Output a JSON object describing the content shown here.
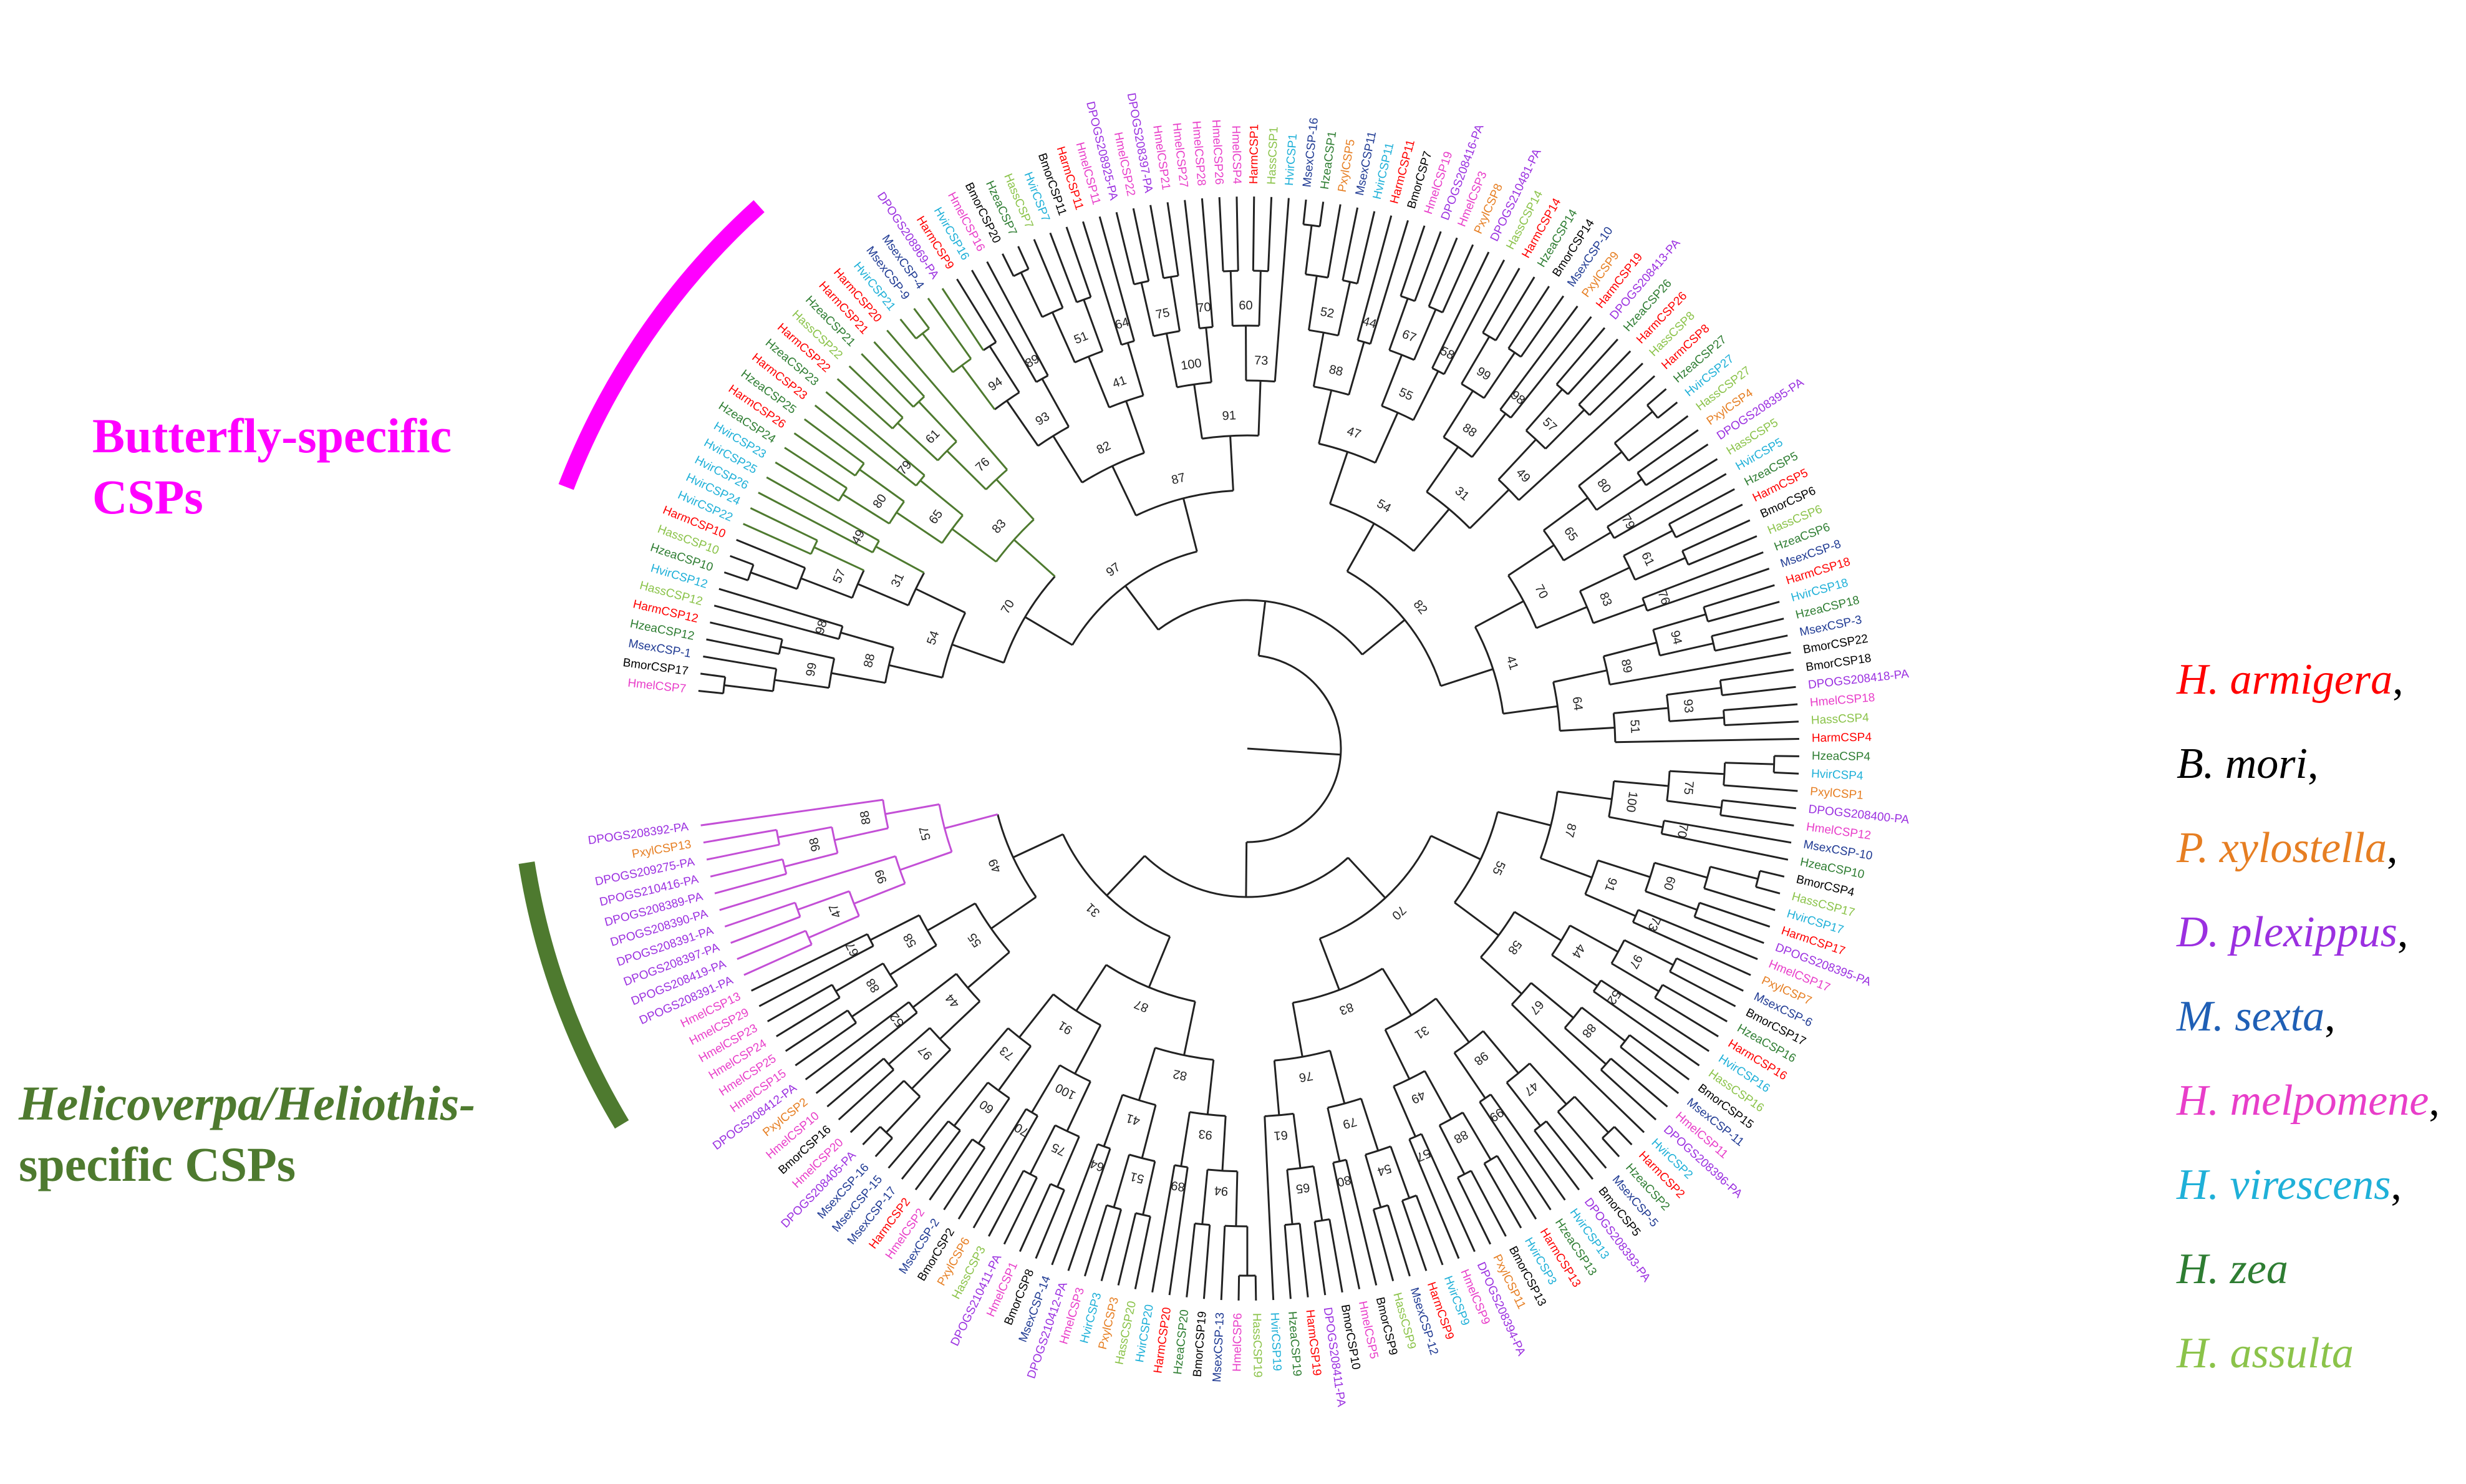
{
  "groups": {
    "butterfly": {
      "line1": "Butterfly-specific",
      "line2": "CSPs",
      "color": "#ff00ff"
    },
    "helicoverpa": {
      "line1": "Helicoverpa/Heliothis-",
      "line2": "specific CSPs",
      "color": "#4e7a2f"
    }
  },
  "legend": [
    {
      "species": "H. armigera",
      "sep": ",",
      "color": "#ff0000"
    },
    {
      "species": "B. mori",
      "sep": ",",
      "color": "#000000"
    },
    {
      "species": "P. xylostella",
      "sep": ",",
      "color": "#e67e22"
    },
    {
      "species": "D. plexippus",
      "sep": ",",
      "color": "#9b30e0"
    },
    {
      "species": "M. sexta",
      "sep": ",",
      "color": "#1f5fb5"
    },
    {
      "species": "H. melpomene",
      "sep": ",",
      "color": "#e83ec9"
    },
    {
      "species": "H. virescens",
      "sep": ",",
      "color": "#1fb0d8"
    },
    {
      "species": "H. zea",
      "sep": "",
      "color": "#2e7d32"
    },
    {
      "species": "H. assulta",
      "sep": "",
      "color": "#8bc34a"
    }
  ],
  "tree": {
    "tips": [
      "HmelCSP7",
      "BmorCSP17",
      "MsexCSP-1",
      "HzeaCSP12",
      "HarmCSP12",
      "HassCSP12",
      "HvirCSP12",
      "HzeaCSP10",
      "HassCSP10",
      "HarmCSP10",
      "HvirCSP22",
      "HvirCSP24",
      "HvirCSP26",
      "HvirCSP25",
      "HvirCSP23",
      "HzeaCSP24",
      "HarmCSP26",
      "HzeaCSP25",
      "HarmCSP23",
      "HzeaCSP23",
      "HarmCSP22",
      "HassCSP22",
      "HzeaCSP21",
      "HarmCSP21",
      "HarmCSP20",
      "HvirCSP21",
      "MsexCSP-9",
      "MsexCSP-4",
      "DPOGS208969-PA",
      "HarmCSP9",
      "HvirCSP16",
      "HmelCSP16",
      "BmorCSP20",
      "HzeaCSP7",
      "HassCSP7",
      "HvirCSP7",
      "BmorCSP11",
      "HarmCSP11",
      "HmelCSP11",
      "DPOGS208925-PA",
      "HmelCSP22",
      "DPOGS208397-PA",
      "HmelCSP21",
      "HmelCSP27",
      "HmelCSP28",
      "HmelCSP26",
      "HmelCSP4",
      "HarmCSP1",
      "HassCSP1",
      "HvirCSP1",
      "MsexCSP-16",
      "HzeaCSP1",
      "PxylCSP5",
      "MsexCSP11",
      "HvirCSP11",
      "HarmCSP11",
      "BmorCSP7",
      "HmelCSP19",
      "DPOGS208416-PA",
      "HmelCSP3",
      "PxylCSP8",
      "DPOGS210481-PA",
      "HassCSP14",
      "HarmCSP14",
      "HzeaCSP14",
      "BmorCSP14",
      "MsexCSP-10",
      "PxylCSP9",
      "HarmCSP19",
      "DPOGS208413-PA",
      "HzeaCSP26",
      "HarmCSP26",
      "HassCSP8",
      "HarmCSP8",
      "HzeaCSP27",
      "HvirCSP27",
      "HassCSP27",
      "PxylCSP4",
      "DPOGS208395-PA",
      "HassCSP5",
      "HvirCSP5",
      "HzeaCSP5",
      "HarmCSP5",
      "BmorCSP6",
      "HassCSP6",
      "HzeaCSP6",
      "MsexCSP-8",
      "HarmCSP18",
      "HvirCSP18",
      "HzeaCSP18",
      "MsexCSP-3",
      "BmorCSP22",
      "BmorCSP18",
      "DPOGS208418-PA",
      "HmelCSP18",
      "HassCSP4",
      "HarmCSP4",
      "HzeaCSP4",
      "HvirCSP4",
      "PxylCSP1",
      "DPOGS208400-PA",
      "HmelCSP12",
      "MsexCSP-10",
      "HzeaCSP10",
      "BmorCSP4",
      "HassCSP17",
      "HvirCSP17",
      "HarmCSP17",
      "DPOGS208395-PA",
      "HmelCSP17",
      "PxylCSP7",
      "MsexCSP-6",
      "BmorCSP17",
      "HzeaCSP16",
      "HarmCSP16",
      "HvirCSP16",
      "HassCSP16",
      "BmorCSP15",
      "MsexCSP-11",
      "HmelCSP11",
      "DPOGS208396-PA",
      "HvirCSP2",
      "HarmCSP2",
      "HzeaCSP2",
      "MsexCSP-5",
      "BmorCSP5",
      "DPOGS208393-PA",
      "HvirCSP13",
      "HzeaCSP13",
      "HarmCSP13",
      "HvirCSP3",
      "BmorCSP13",
      "PxylCSP11",
      "DPOGS208394-PA",
      "HmelCSP9",
      "HvirCSP9",
      "HarmCSP9",
      "MsexCSP-12",
      "HassCSP9",
      "BmorCSP9",
      "HmelCSP5",
      "BmorCSP10",
      "DPOGS208411-PA",
      "HarmCSP19",
      "HzeaCSP19",
      "HvirCSP19",
      "HassCSP19",
      "HmelCSP6",
      "MsexCSP-13",
      "BmorCSP19",
      "HzeaCSP20",
      "HarmCSP20",
      "HvirCSP20",
      "HassCSP20",
      "PxylCSP3",
      "HvirCSP3",
      "HmelCSP3",
      "DPOGS210412-PA",
      "MsexCSP-14",
      "BmorCSP8",
      "HmelCSP1",
      "DPOGS210411-PA",
      "HassCSP3",
      "PxylCSP6",
      "BmorCSP2",
      "MsexCSP-2",
      "HmelCSP2",
      "HarmCSP2",
      "MsexCSP-17",
      "MsexCSP-15",
      "MsexCSP-16",
      "DPOGS208405-PA",
      "HmelCSP20",
      "BmorCSP16",
      "HmelCSP10",
      "PxylCSP2",
      "DPOGS208412-PA",
      "HmelCSP15",
      "HmelCSP25",
      "HmelCSP24",
      "HmelCSP23",
      "HmelCSP29",
      "HmelCSP13",
      "DPOGS208391-PA",
      "DPOGS208419-PA",
      "DPOGS208397-PA",
      "DPOGS208391-PA",
      "DPOGS208390-PA",
      "DPOGS208389-PA",
      "DPOGS210416-PA",
      "DPOGS209275-PA",
      "PxylCSP13",
      "DPOGS208392-PA"
    ],
    "bootstrap": [
      "99",
      "98",
      "88",
      "57",
      "49",
      "31",
      "54",
      "80",
      "79",
      "65",
      "61",
      "76",
      "83",
      "70",
      "94",
      "89",
      "93",
      "51",
      "64",
      "41",
      "82",
      "75",
      "70",
      "100",
      "60",
      "73",
      "91",
      "87",
      "97",
      "52",
      "44",
      "88",
      "67",
      "58",
      "55",
      "47"
    ]
  }
}
